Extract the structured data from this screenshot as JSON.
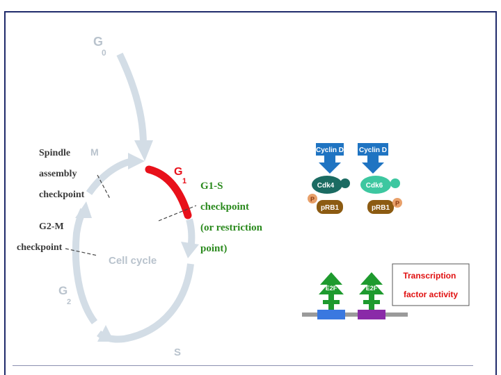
{
  "cycle": {
    "g0": "G",
    "g0_sub": "0",
    "g1": "G",
    "g1_sub": "1",
    "g2": "G",
    "g2_sub": "2",
    "m": "M",
    "s": "S",
    "center": "Cell cycle"
  },
  "checkpoints": {
    "spindle": [
      "Spindle",
      "assembly",
      "checkpoint"
    ],
    "g2m": [
      "G2-M",
      "checkpoint"
    ],
    "g1s": [
      "G1-S",
      "checkpoint",
      "(or restriction",
      "point)"
    ]
  },
  "complexes": {
    "cyclin_left": "Cyclin D",
    "cdk_left": "Cdk4",
    "prb_left": "pRB1",
    "p_left": "P",
    "cyclin_right": "Cyclin D",
    "cdk_right": "Cdk6",
    "prb_right": "pRB1",
    "p_right": "P"
  },
  "transcription": {
    "e2f_left": "E2F",
    "e2f_right": "E2F",
    "box_label": [
      "Transcription",
      "factor activity"
    ]
  },
  "colors": {
    "cycle_arrow": "#d3dde6",
    "g1_red": "#e8101a",
    "checkpoint_green": "#2b8a1e",
    "cyclin_blue": "#1f74c2",
    "cdk4_teal": "#1b6b62",
    "cdk6_green": "#3dc7a0",
    "prb_brown": "#8c5b12",
    "p_tan": "#e8a06a",
    "e2f_green": "#1e9a2e",
    "dna_grey": "#9a9a9a",
    "seg_blue": "#3a78e0",
    "seg_purple": "#8a2aa8",
    "tf_red": "#e01010"
  }
}
